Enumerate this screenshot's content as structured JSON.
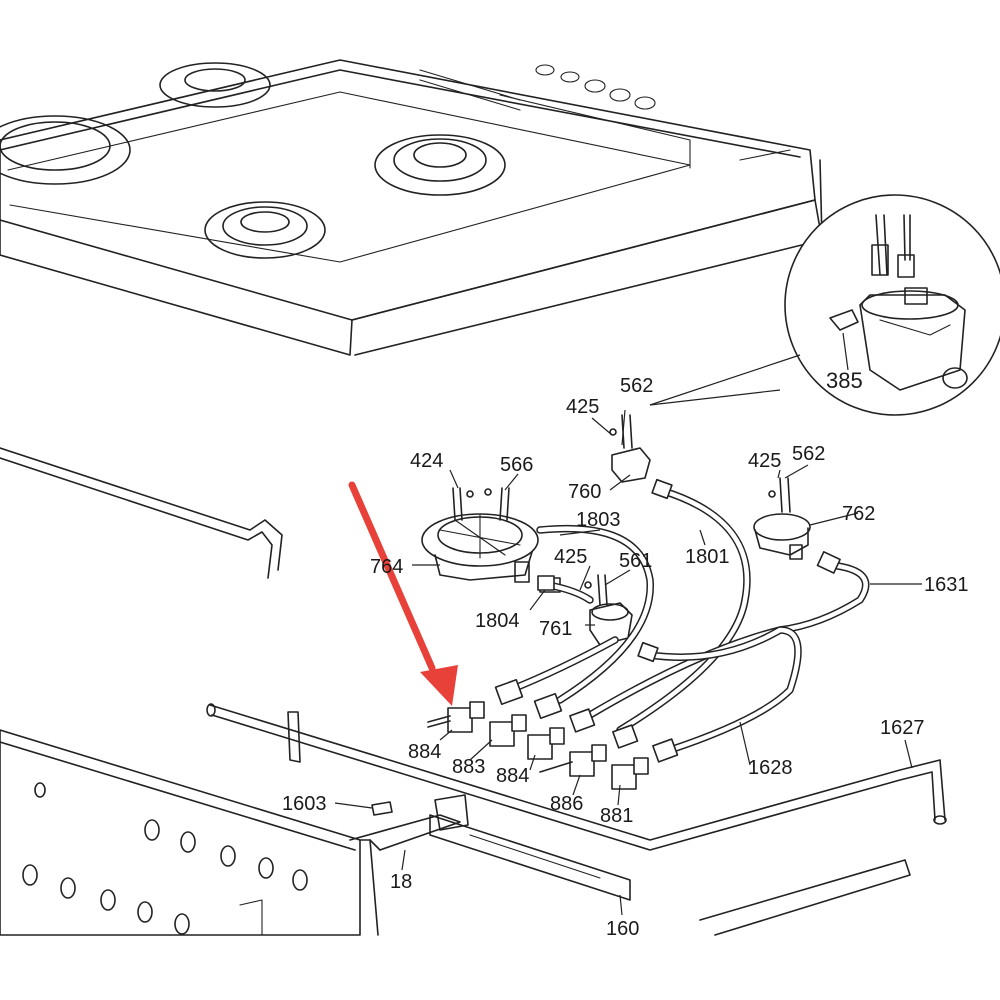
{
  "diagram": {
    "part_labels": {
      "p562_top": "562",
      "p425_top": "425",
      "p385": "385",
      "p424": "424",
      "p566": "566",
      "p760": "760",
      "p1803": "1803",
      "p1801": "1801",
      "p425_right": "425",
      "p562_right": "562",
      "p762": "762",
      "p764": "764",
      "p425_mid": "425",
      "p561": "561",
      "p1631": "1631",
      "p1804": "1804",
      "p761": "761",
      "p1627": "1627",
      "p884_a": "884",
      "p883": "883",
      "p884_b": "884",
      "p1628": "1628",
      "p886": "886",
      "p881": "881",
      "p1603": "1603",
      "p18": "18",
      "p160": "160"
    },
    "highlight_arrow_color": "#e8413a",
    "line_color": "#222222"
  }
}
